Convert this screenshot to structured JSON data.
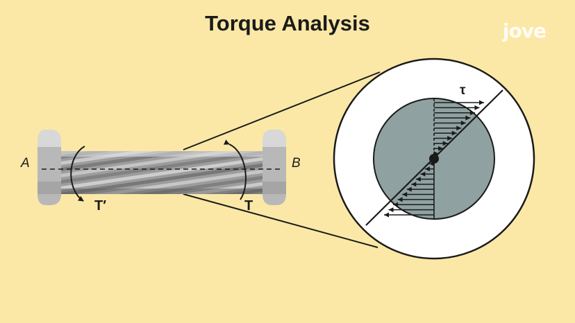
{
  "title": "Torque Analysis",
  "logo_text": "jove",
  "labels": {
    "end_a": "A",
    "end_b": "B",
    "torque_left": "T′",
    "torque_right": "T",
    "shear_stress": "τ"
  },
  "colors": {
    "background": "#fbe8a6",
    "shaft_gray": "#9c9c9c",
    "end_cap": "#bdbdbd",
    "cross_section": "#8fa1a1",
    "outline": "#1a1a1a"
  }
}
